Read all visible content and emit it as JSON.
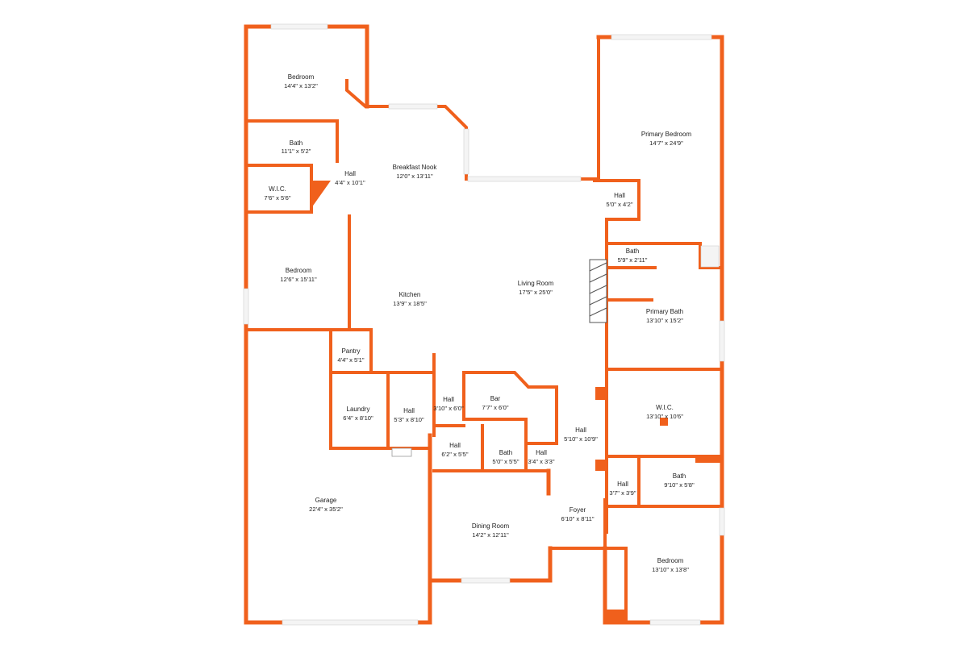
{
  "colors": {
    "wall": "#f0601c",
    "window": "#f4f4f4",
    "text": "#222222",
    "fireplace": "#555555"
  },
  "rooms": {
    "bedroom_nw": {
      "name": "Bedroom",
      "dims": "14'4\" x 13'2\""
    },
    "bath_nw": {
      "name": "Bath",
      "dims": "11'1\" x 5'2\""
    },
    "hall_nw": {
      "name": "Hall",
      "dims": "4'4\" x 10'1\""
    },
    "wic_nw": {
      "name": "W.I.C.",
      "dims": "7'6\" x 5'6\""
    },
    "breakfast_nook": {
      "name": "Breakfast Nook",
      "dims": "12'0\" x 13'11\""
    },
    "primary_bedroom": {
      "name": "Primary Bedroom",
      "dims": "14'7\" x 24'9\""
    },
    "hall_ne": {
      "name": "Hall",
      "dims": "5'0\" x 4'2\""
    },
    "bedroom_w": {
      "name": "Bedroom",
      "dims": "12'6\" x 15'11\""
    },
    "bath_primary_sm": {
      "name": "Bath",
      "dims": "5'9\" x 2'11\""
    },
    "living_room": {
      "name": "Living Room",
      "dims": "17'5\" x 25'0\""
    },
    "kitchen": {
      "name": "Kitchen",
      "dims": "13'9\" x 18'5\""
    },
    "primary_bath": {
      "name": "Primary Bath",
      "dims": "13'10\" x 15'2\""
    },
    "pantry": {
      "name": "Pantry",
      "dims": "4'4\" x 5'1\""
    },
    "hall_mid": {
      "name": "Hall",
      "dims": "3'10\" x 6'0\""
    },
    "bar": {
      "name": "Bar",
      "dims": "7'7\" x 6'0\""
    },
    "laundry": {
      "name": "Laundry",
      "dims": "6'4\" x 8'10\""
    },
    "hall_laundry": {
      "name": "Hall",
      "dims": "5'3\" x 8'10\""
    },
    "wic_primary": {
      "name": "W.I.C.",
      "dims": "13'10\" x 10'6\""
    },
    "hall_foyer": {
      "name": "Hall",
      "dims": "5'10\" x 10'9\""
    },
    "hall_sw": {
      "name": "Hall",
      "dims": "6'2\" x 5'5\""
    },
    "bath_center": {
      "name": "Bath",
      "dims": "5'0\" x 5'5\""
    },
    "hall_small": {
      "name": "Hall",
      "dims": "3'4\" x 3'3\""
    },
    "bath_se": {
      "name": "Bath",
      "dims": "9'10\" x 5'8\""
    },
    "hall_se": {
      "name": "Hall",
      "dims": "3'7\" x 3'9\""
    },
    "garage": {
      "name": "Garage",
      "dims": "22'4\" x 35'2\""
    },
    "foyer": {
      "name": "Foyer",
      "dims": "6'10\" x 8'11\""
    },
    "dining_room": {
      "name": "Dining Room",
      "dims": "14'2\" x 12'11\""
    },
    "bedroom_se": {
      "name": "Bedroom",
      "dims": "13'10\" x 13'8\""
    }
  }
}
